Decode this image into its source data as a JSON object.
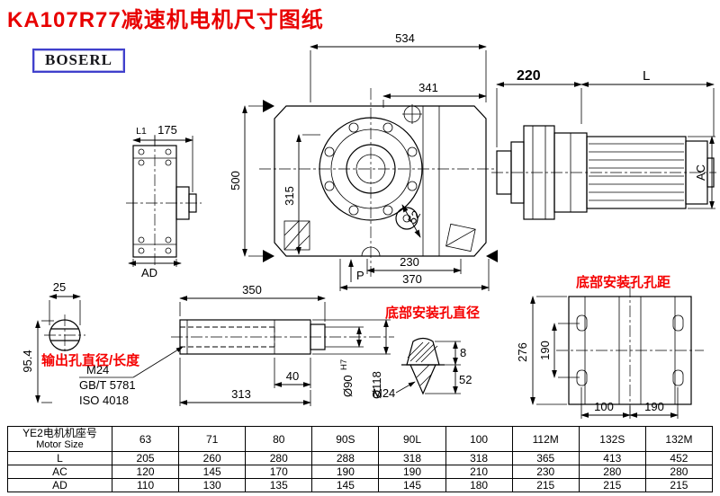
{
  "title": "KA107R77减速机电机尺寸图纸",
  "logo_text": "BOSERL",
  "colors": {
    "title_red": "#e80000",
    "note_red": "#f50000",
    "logo_border": "#4040cc",
    "line": "#000000"
  },
  "annotations": {
    "output_hole": "输出孔直径/长度",
    "bottom_hole_dia": "底部安装孔直径",
    "bottom_hole_pitch": "底部安装孔孔距"
  },
  "dims": {
    "d534": "534",
    "d341": "341",
    "d500": "500",
    "d315": "315",
    "d52": "52",
    "d230": "230",
    "d370": "370",
    "p": "P",
    "d220": "220",
    "L": "L",
    "AC": "AC",
    "L1": "L1",
    "d175": "175",
    "AD": "AD",
    "d25": "25",
    "d95_4": "95.4",
    "d350": "350",
    "d40": "40",
    "d313": "313",
    "thread": "M24",
    "std1": "GB/T 5781",
    "std2": "ISO 4018",
    "bore": "Ø90",
    "bore_tol": "H7",
    "hub": "Ø118",
    "bolt_thread": "M24",
    "d8": "8",
    "d52b": "52",
    "d276": "276",
    "d190v": "190",
    "d100": "100",
    "d190h": "190"
  },
  "table": {
    "header_cn": "YE2电机机座号",
    "header_en": "Motor Size",
    "sizes": [
      "63",
      "71",
      "80",
      "90S",
      "90L",
      "100",
      "112M",
      "132S",
      "132M"
    ],
    "rows": [
      {
        "label": "L",
        "values": [
          "205",
          "260",
          "280",
          "288",
          "318",
          "318",
          "365",
          "413",
          "452"
        ]
      },
      {
        "label": "AC",
        "values": [
          "120",
          "145",
          "170",
          "190",
          "190",
          "210",
          "230",
          "280",
          "280"
        ]
      },
      {
        "label": "AD",
        "values": [
          "110",
          "130",
          "135",
          "145",
          "145",
          "180",
          "215",
          "215",
          "215"
        ]
      }
    ]
  }
}
